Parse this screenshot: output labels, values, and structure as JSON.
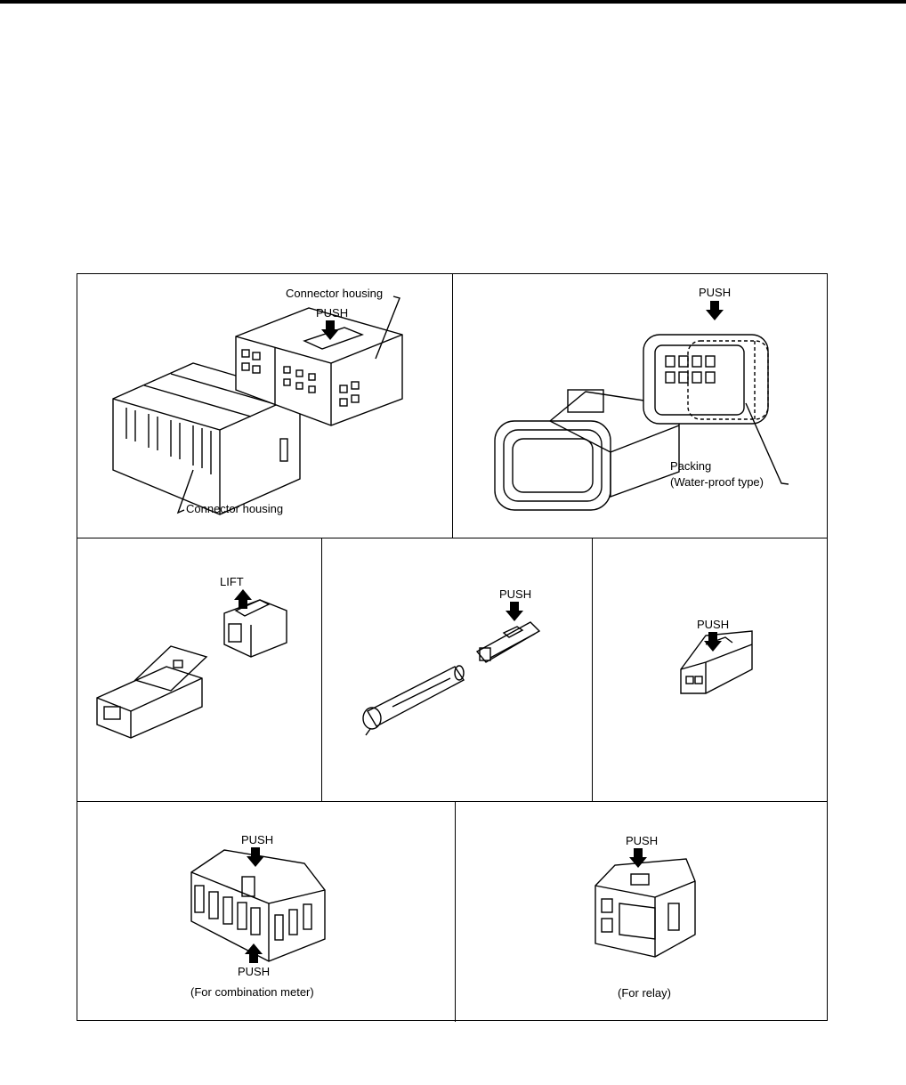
{
  "panels": {
    "p1": {
      "label_top": "Connector housing",
      "push": "PUSH",
      "label_bottom": "Connector housing"
    },
    "p2": {
      "push": "PUSH",
      "packing": "Packing",
      "packing_note": "(Water-proof type)"
    },
    "p3": {
      "lift": "LIFT"
    },
    "p4": {
      "push": "PUSH"
    },
    "p5": {
      "push": "PUSH"
    },
    "p6": {
      "push_top": "PUSH",
      "push_bottom": "PUSH",
      "caption": "(For combination meter)"
    },
    "p7": {
      "push": "PUSH",
      "caption": "(For relay)"
    }
  },
  "colors": {
    "line": "#000000",
    "background": "#ffffff"
  },
  "icons": {
    "push_arrow": "arrow-down-icon",
    "lift_arrow": "arrow-up-icon"
  }
}
